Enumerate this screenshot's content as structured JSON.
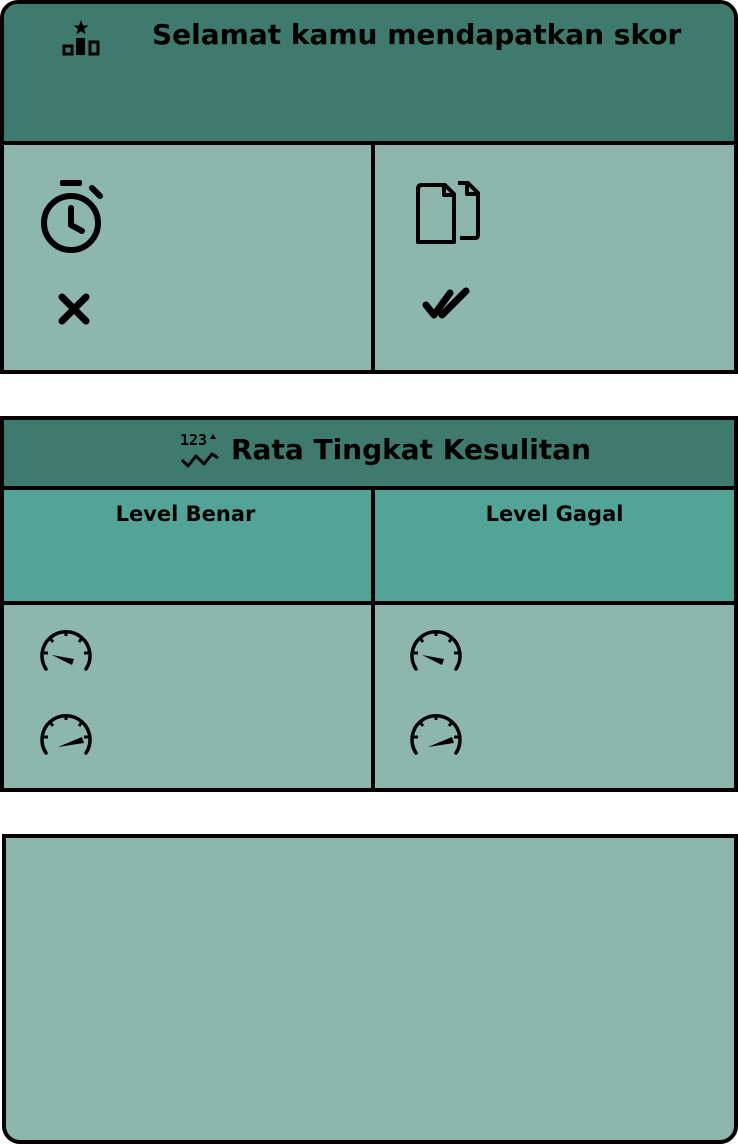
{
  "score_card": {
    "title": "Selamat kamu mendapatkan skor",
    "title_icon": "podium-star-icon",
    "stats": {
      "time_icon": "stopwatch-icon",
      "wrong_icon": "close-icon",
      "questions_icon": "copy-documents-icon",
      "correct_icon": "double-check-icon"
    }
  },
  "difficulty_card": {
    "title": "Rata Tingkat Kesulitan",
    "title_icon": "numbers-trend-icon",
    "columns": {
      "correct_label": "Level Benar",
      "failed_label": "Level Gagal"
    },
    "gauge_icon": "speedometer-icon"
  },
  "colors": {
    "header": "#3e7a6e",
    "panel": "#8db6ac",
    "subheader": "#52a596",
    "border": "#000000"
  }
}
